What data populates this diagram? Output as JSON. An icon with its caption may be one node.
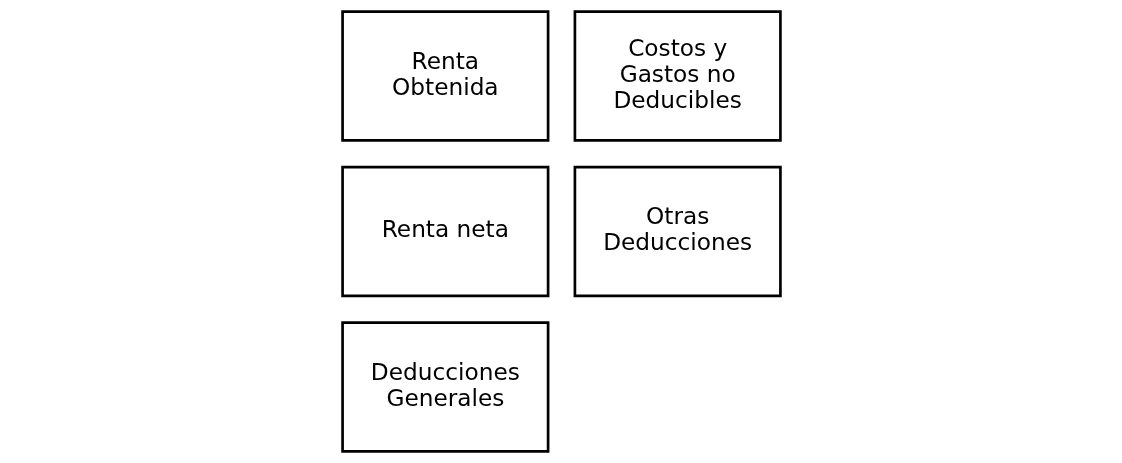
{
  "diagram": {
    "nodes": [
      {
        "text": [
          "Renta Obtenida"
        ]
      },
      {
        "text": [
          "Renta neta"
        ]
      },
      {
        "text": [
          "Deducciones Generales"
        ]
      },
      {
        "text": [
          "Costos y Gastos no Deducibles"
        ]
      },
      {
        "text": [
          "Otras Deducciones"
        ]
      }
    ]
  }
}
